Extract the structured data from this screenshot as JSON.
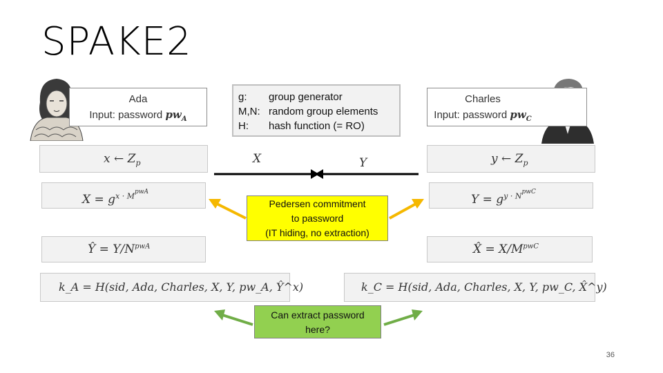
{
  "title": "SPAKE2",
  "definitions": [
    {
      "symbol": "g:",
      "meaning": "group generator"
    },
    {
      "symbol": "M,N:",
      "meaning": "random group elements"
    },
    {
      "symbol": "H:",
      "meaning": "hash function (= RO)"
    }
  ],
  "ada": {
    "name": "Ada",
    "input_label": "Input: password ",
    "password_var": "pw",
    "password_sub": "A",
    "x_assign": "x ← Z",
    "x_assign_sub": "p",
    "X_compute": "X = g",
    "X_compute_sup": "x · M",
    "X_compute_sup2": "pwA",
    "Yhat_compute": "Ŷ = Y/N",
    "Yhat_compute_sup": "pwA",
    "key": "k_A = H(sid, Ada, Charles, X, Y, pw_A, Ŷ^x)"
  },
  "charles": {
    "name": "Charles",
    "input_label": "Input: password ",
    "password_var": "pw",
    "password_sub": "C",
    "y_assign": "y ← Z",
    "y_assign_sub": "p",
    "Y_compute": "Y = g",
    "Y_compute_sup": "y · N",
    "Y_compute_sup2": "pwC",
    "Xhat_compute": "X̂ = X/M",
    "Xhat_compute_sup": "pwC",
    "key": "k_C = H(sid, Ada, Charles, X, Y, pw_C, X̂^y)"
  },
  "messages": {
    "to_charles": "X",
    "to_ada": "Y"
  },
  "callout_commitment": [
    "Pedersen commitment",
    "to password",
    "(IT hiding, no extraction)"
  ],
  "callout_extract": [
    "Can extract password",
    "here?"
  ],
  "page_number": "36",
  "colors": {
    "yellow": "#ffff00",
    "green": "#92d050",
    "yellow_arrow": "#f5b800",
    "green_arrow": "#70ad47"
  }
}
